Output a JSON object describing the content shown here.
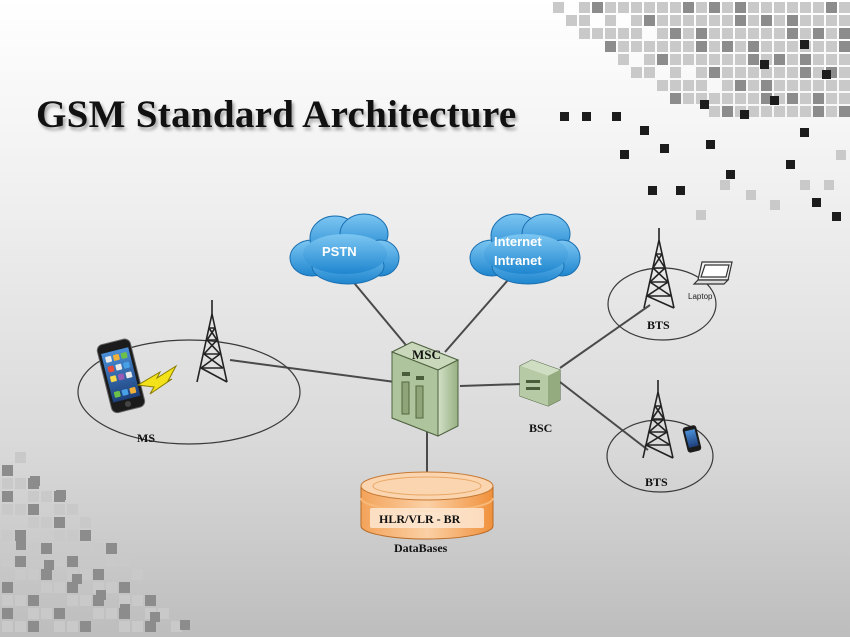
{
  "title": "GSM Standard Architecture",
  "nodes": {
    "pstn": "PSTN",
    "internet_line1": "Internet",
    "internet_line2": "Intranet",
    "msc": "MSC",
    "bsc": "BSC",
    "bts_top": "BTS",
    "bts_bottom": "BTS",
    "ms": "MS",
    "laptop": "Laptop",
    "database": "HLR/VLR - BR",
    "database_caption": "DataBases"
  },
  "colors": {
    "cloud": "#3aa6e6",
    "server": "#b5c9a6",
    "database_top": "#f7c79b",
    "database_band": "#f29a4a",
    "lightning": "#f3e21a"
  }
}
